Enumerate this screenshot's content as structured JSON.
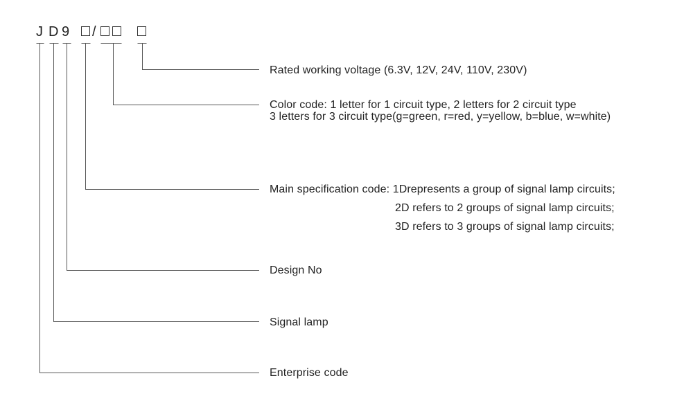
{
  "code": {
    "prefix_letters": [
      "J",
      "D",
      "9"
    ],
    "separator": "/"
  },
  "labels": {
    "voltage": "Rated working voltage (6.3V, 12V, 24V, 110V, 230V)",
    "color_line1": "Color code: 1 letter for 1 circuit type, 2 letters for 2 circuit type",
    "color_line2": "3 letters for 3 circuit type(g=green, r=red, y=yellow, b=blue, w=white)",
    "main_spec_line1": "Main specification code: 1Drepresents a group of signal lamp circuits;",
    "main_spec_line2": "2D refers to 2 groups of signal lamp circuits;",
    "main_spec_line3": "3D refers to 3 groups of signal lamp circuits;",
    "design": "Design No",
    "signal": "Signal lamp",
    "enterprise": "Enterprise code"
  },
  "colors": {
    "line": "#555555",
    "text": "#222222"
  }
}
